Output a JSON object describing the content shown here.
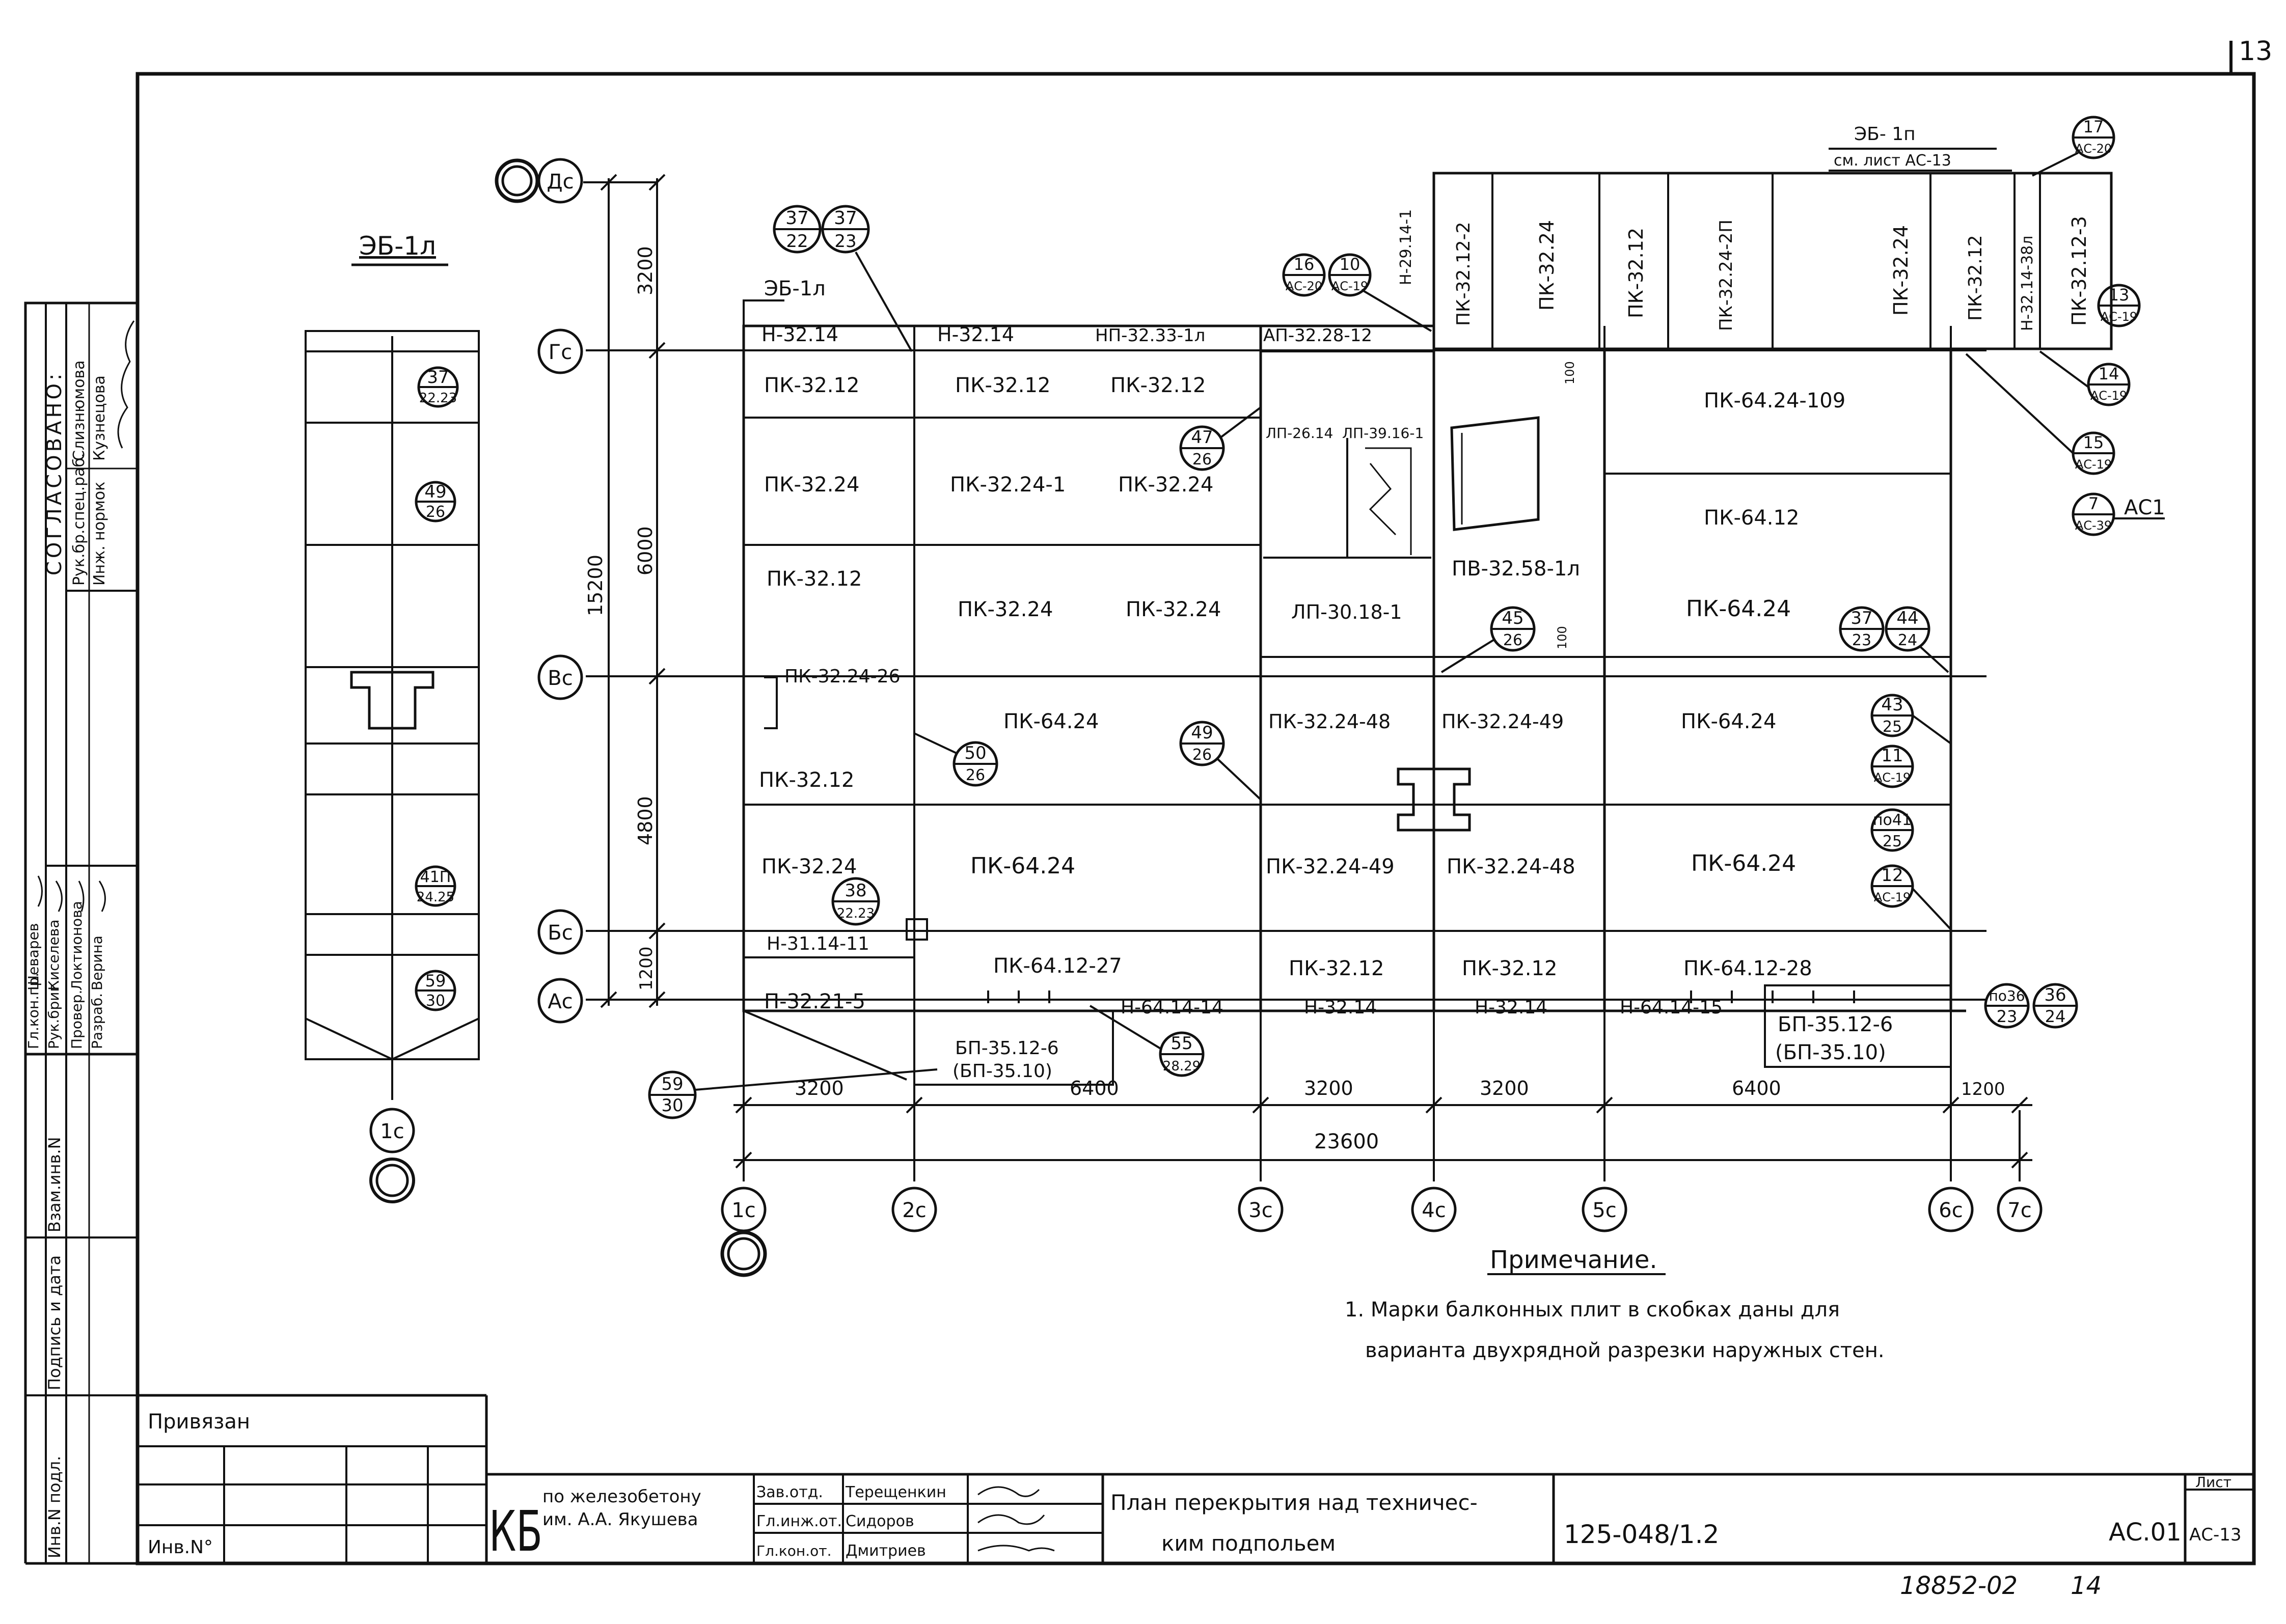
{
  "sheet": {
    "corner_number": "13",
    "archive_number": "18852-02",
    "archive_page": "14"
  },
  "beam_detail": {
    "title": "ЭБ-1л",
    "axis": "1с",
    "callouts": [
      {
        "num": "37",
        "ref": "22.23"
      },
      {
        "num": "49",
        "ref": "26"
      },
      {
        "num": "41П",
        "ref": "24.25"
      },
      {
        "num": "59",
        "ref": "30"
      }
    ]
  },
  "axes": {
    "rows": [
      "Дс",
      "Гс",
      "Вс",
      "Бс",
      "Ас"
    ],
    "cols": [
      "1с",
      "2с",
      "3с",
      "4с",
      "5с",
      "6с",
      "7с"
    ]
  },
  "dimensions": {
    "vertical": [
      "3200",
      "6000",
      "4800",
      "1200"
    ],
    "vertical_total": "15200",
    "horizontal": [
      "3200",
      "6400",
      "3200",
      "3200",
      "6400",
      "1200"
    ],
    "horizontal_total": "23600",
    "small": [
      "100",
      "100"
    ]
  },
  "beams": {
    "eb1l": "ЭБ-1л",
    "eb1p": "ЭБ- 1п",
    "eb1p_ref": "см. лист АС-13"
  },
  "panels": {
    "row_top_lintels": [
      "Н-32.14",
      "Н-32.14",
      "НП-32.33-1л",
      "АП-32.28-12"
    ],
    "top_vertical": [
      "Н-29.14-1",
      "ПК-32.12-2",
      "ПК-32.24",
      "ПК-32.12",
      "ПК-32.24-2П",
      "ПК-32.24",
      "ПК-32.12",
      "Н-32.14-38л",
      "ПК-32.12-3"
    ],
    "r1": [
      "ПК-32.12",
      "ПК-32.12",
      "ПК-32.12",
      "ПК-64.24-109"
    ],
    "r2": [
      "ПК-32.24",
      "ПК-32.24-1",
      "ПК-32.24",
      "ПК-64.12"
    ],
    "r3": [
      "ПК-32.12",
      "ПК-32.24",
      "ПК-32.24",
      "ПК-64.24"
    ],
    "stair": [
      "ЛП-26.14",
      "ЛП-39.16-1",
      "ЛП-30.18-1",
      "ПВ-32.58-1л"
    ],
    "r4": [
      "ПК-32.24-26",
      "ПК-64.24",
      "ПК-32.24-48",
      "ПК-32.24-49",
      "ПК-64.24",
      "ПК-32.12"
    ],
    "r5": [
      "ПК-32.24",
      "ПК-64.24",
      "ПК-32.24-49",
      "ПК-32.24-48",
      "ПК-64.24"
    ],
    "r6": [
      "Н-31.14-11",
      "ПК-64.12-27",
      "ПК-32.12",
      "ПК-32.12",
      "ПК-64.12-28"
    ],
    "r7": [
      "П-32.21-5",
      "Н-64.14-14",
      "Н-32.14",
      "Н-32.14",
      "Н-64.14-15"
    ],
    "balcony": [
      "БП-35.12-6",
      "(БП-35.10)",
      "БП-35.12-6",
      "(БП-35.10)"
    ]
  },
  "callouts": [
    {
      "num": "37",
      "ref": "22"
    },
    {
      "num": "37",
      "ref": "23"
    },
    {
      "num": "16",
      "ref": "АС-20"
    },
    {
      "num": "10",
      "ref": "АС-19"
    },
    {
      "num": "17",
      "ref": "АС-20"
    },
    {
      "num": "13",
      "ref": "АС-19"
    },
    {
      "num": "14",
      "ref": "АС-19"
    },
    {
      "num": "15",
      "ref": "АС-19"
    },
    {
      "num": "7",
      "ref": "АС-39"
    },
    {
      "num": "47",
      "ref": "26"
    },
    {
      "num": "45",
      "ref": "26"
    },
    {
      "num": "37",
      "ref": "23"
    },
    {
      "num": "44",
      "ref": "24"
    },
    {
      "num": "49",
      "ref": "26"
    },
    {
      "num": "50",
      "ref": "26"
    },
    {
      "num": "43",
      "ref": "25"
    },
    {
      "num": "11",
      "ref": "АС-19"
    },
    {
      "num": "по41",
      "ref": "25"
    },
    {
      "num": "12",
      "ref": "АС-19"
    },
    {
      "num": "38",
      "ref": "22.23"
    },
    {
      "num": "55",
      "ref": "28.29"
    },
    {
      "num": "59",
      "ref": "30"
    },
    {
      "num": "по36",
      "ref": "23"
    },
    {
      "num": "36",
      "ref": "24"
    }
  ],
  "ac1_label": "АС1",
  "note": {
    "title": "Примечание.",
    "line1": "1. Марки балконных плит в скобках даны для",
    "line2": "варианта двухрядной разрезки наружных стен."
  },
  "left_strip": {
    "agreed": "СОГЛАСОВАНО:",
    "roles": [
      "Рук.бр.спец.раб.",
      "Инж. нормок"
    ],
    "names": [
      "Слизнюмова",
      "Кузнецова"
    ],
    "staff_roles": [
      "Гл.кон.пр.",
      "Рук.бриг.",
      "Провер.",
      "Разраб."
    ],
    "staff_names": [
      "Шеварев",
      "Киселева",
      "Локтионова",
      "Верина"
    ],
    "fields": [
      "Взам.инв.N",
      "Подпись и дата",
      "Инв.N подл."
    ]
  },
  "title_block": {
    "privyazan": "Привязан",
    "inv": "Инв.N°",
    "org_mark": "КБ",
    "org_line1": "по железобетону",
    "org_line2": "им. А.А. Якушева",
    "roles": [
      "Зав.отд.",
      "Гл.инж.от.",
      "Гл.кон.от."
    ],
    "names": [
      "Терещенкин",
      "Сидоров",
      "Дмитриев"
    ],
    "title_line1": "План перекрытия над техничес-",
    "title_line2": "ким подпольем",
    "doc_number": "125-048/1.2",
    "sheet_code": "АС.01",
    "list_label": "Лист",
    "list_number": "АС-13"
  }
}
